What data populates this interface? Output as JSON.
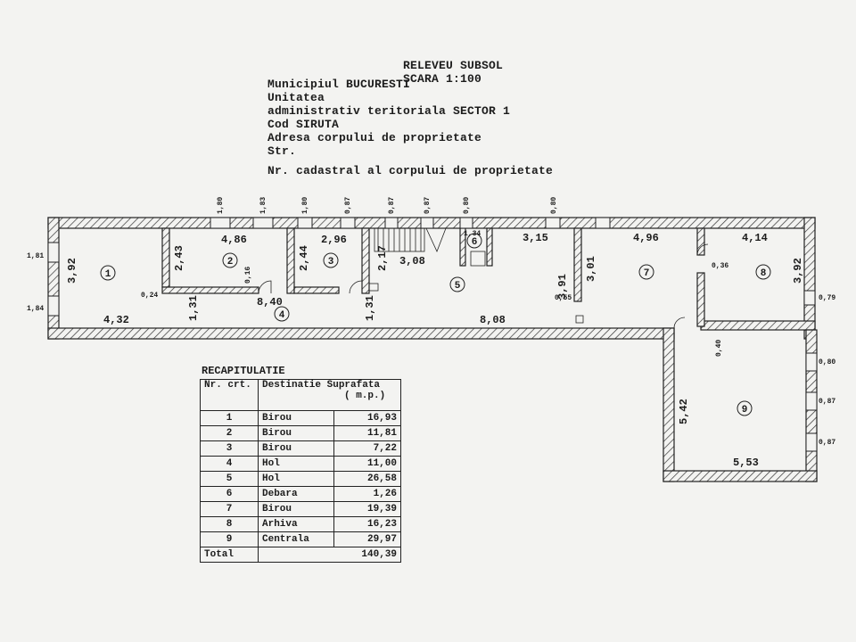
{
  "header": {
    "title": "RELEVEU SUBSOL",
    "scale": "SCARA 1:100",
    "line1": "Municipiul BUCURESTI",
    "line2": "Unitatea",
    "line3": "administrativ teritoriala SECTOR 1",
    "line4": "Cod SIRUTA",
    "line5": "Adresa corpului de proprietate",
    "line6": "Str.",
    "line7": "Nr. cadastral al corpului de proprietate"
  },
  "plan": {
    "rooms": [
      "1",
      "2",
      "3",
      "4",
      "5",
      "6",
      "7",
      "8",
      "9"
    ],
    "dimensions": {
      "r2_width": "4,86",
      "r3_width": "2,96",
      "r5_top": "3,15",
      "r7_width": "4,96",
      "r8_width": "4,14",
      "r1_height": "3,92",
      "r2_height": "2,43",
      "r3_height": "2,44",
      "stair_h": "2,17",
      "stair_w": "3,08",
      "r5_h1": "3,91",
      "r5_h2": "3,01",
      "r8_height": "3,92",
      "hall_w": "8,40",
      "bottom_left": "4,32",
      "hall_h1": "1,31",
      "hall_h2": "1,31",
      "corridor": "8,08",
      "r9_height": "5,42",
      "r9_width": "5,53",
      "r6_w": "1,34",
      "d024": "0,24",
      "d016": "0,16",
      "d055": "0,55",
      "d036": "0,36",
      "d040": "0,40"
    },
    "window_marks": [
      "1,80",
      "1,83",
      "1,80",
      "0,87",
      "0,87",
      "0,87",
      "0,80",
      "0,80",
      "1,81",
      "1,84",
      "0,79",
      "0,80",
      "0,87",
      "0,87"
    ]
  },
  "recap": {
    "title": "RECAPITULATIE",
    "headers": [
      "Nr. crt.",
      "Destinatie",
      "Suprafata",
      "( m.p.)"
    ],
    "rows": [
      {
        "nr": "1",
        "dest": "Birou",
        "area": "16,93"
      },
      {
        "nr": "2",
        "dest": "Birou",
        "area": "11,81"
      },
      {
        "nr": "3",
        "dest": "Birou",
        "area": "7,22"
      },
      {
        "nr": "4",
        "dest": "Hol",
        "area": "11,00"
      },
      {
        "nr": "5",
        "dest": "Hol",
        "area": "26,58"
      },
      {
        "nr": "6",
        "dest": "Debara",
        "area": "1,26"
      },
      {
        "nr": "7",
        "dest": "Birou",
        "area": "19,39"
      },
      {
        "nr": "8",
        "dest": "Arhiva",
        "area": "16,23"
      },
      {
        "nr": "9",
        "dest": "Centrala",
        "area": "29,97"
      }
    ],
    "total_label": "Total",
    "total_value": "140,39"
  }
}
